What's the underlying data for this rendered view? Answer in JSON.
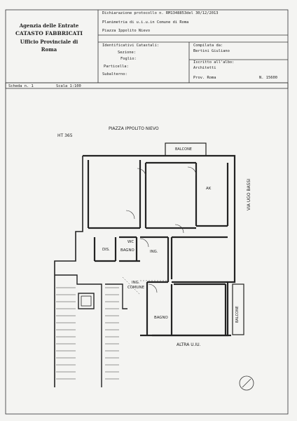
{
  "header": {
    "agency_line1": "Agenzia delle Entrate",
    "agency_line2": "CATASTO FABBRICATI",
    "agency_line3": "Ufficio Provinciale di",
    "agency_line4": "Roma",
    "declaration": "Dichiarazione protocollo n. RM1348853del 30/12/2013",
    "planimetry": "Planimetria di u.i.u.in Comune di Roma",
    "address": "Piazza Ippolito Nievo",
    "identificativi_title": "Identificativi Catastali:",
    "sezione": "Sezione:",
    "foglio": "Foglio:",
    "particella": "Particella:",
    "subalterno": "Subalterno:",
    "compilata_label": "Compilata da:",
    "compilata_name": "Bertini Giuliano",
    "iscritto_label": "Iscritto all'albo:",
    "iscritto_value": "Architetti",
    "prov": "Prov. Roma",
    "number": "N. 15600",
    "scheda": "Scheda n. 1",
    "scala": "Scala 1:100"
  },
  "plan": {
    "code": "HT 365",
    "street_top": "PIAZZA IPPOLITO NIEVO",
    "street_right": "VIA UGO BASSI",
    "bottom_label": "ALTRA U.IU.",
    "rooms": {
      "balcone_top": "BALCONE",
      "balcone_right": "BALCONE",
      "ak": "AK",
      "dis": "DIS.",
      "bagno_1": "BAGNO",
      "wc": "WC",
      "ing_1": "ING.",
      "ing_comune_1": "ING.",
      "ing_comune_2": "COMUNE",
      "bagno_2": "BAGNO"
    }
  }
}
